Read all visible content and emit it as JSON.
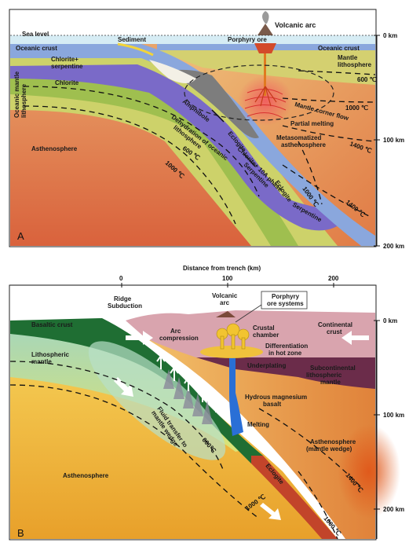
{
  "panel_a": {
    "panel_letter": "A",
    "labels": {
      "volcanic_arc": "Volcanic arc",
      "sea_level": "Sea level",
      "sediment": "Sediment",
      "porphyry_ore": "Porphyry ore",
      "oceanic_crust_left": "Oceanic crust",
      "oceanic_crust_right": "Oceanic crust",
      "chlorite_serpentine": "Chlorite+\nserpentine",
      "chlorite": "Chlorite",
      "oceanic_mantle_lithosphere": "Oceanic mantle\nlithosphere",
      "mantle_lithosphere": "Mantle\nlithosphere",
      "amphibole": "Amphibole",
      "dehydration": "Dehydration of oceanic\nlithosphere",
      "eclogite_upper": "Eclogite",
      "chlorite_10a_phase": "Chlorite+ 10A phase",
      "serpentine_mid": "Serpentine",
      "eclogite_lower": "Eclogite",
      "serpentine_low": "Serpentine",
      "mantle_corner_flow": "Mantle corner flow",
      "partial_melting": "Partial melting",
      "metasomatized": "Metasomatized\nasthenosphere",
      "asthenosphere": "Asthenosphere"
    },
    "isotherms": {
      "t600_right": "600 ℃",
      "t1000_right": "1000 ℃",
      "t1400_right": "1400 ℃",
      "t600_left": "600 ℃",
      "t1000_left": "1000 ℃",
      "t1000_mid": "1000 ℃",
      "t1400_low": "1400 ℃"
    },
    "depth_ticks": [
      "0 km",
      "100 km",
      "200 km"
    ]
  },
  "panel_b": {
    "panel_letter": "B",
    "axis_title": "Distance from trench (km)",
    "distance_ticks": [
      "0",
      "100",
      "200"
    ],
    "depth_ticks": [
      "0 km",
      "100 km",
      "200 km"
    ],
    "labels": {
      "ridge_subduction": "Ridge\nSubduction",
      "volcanic_arc": "Volcanic\narc",
      "porphyry_ore_systems": "Porphyry\nore systems",
      "continental_crust": "Continental\ncrust",
      "basaltic_crust": "Basaltic crust",
      "arc_compression": "Arc\ncompression",
      "crustal_chamber": "Crustal\nchamber",
      "differentiation": "Differentiation\nin hot zone",
      "lithospheric_mantle": "Lithospheric\nmantle",
      "underplating": "Underplating",
      "subcontinental_mantle": "Subcontinental\nlithospheric\nmantle",
      "hydrous_basalt": "Hydrous magnesium\nbasalt",
      "fluid_transfer": "Fluid transfer to\nmantle wedge",
      "melting": "Melting",
      "asthenosphere_wedge": "Asthenosphere\n(mantle wedge)",
      "asthenosphere": "Asthenosphere",
      "eclogite": "Eclogite"
    },
    "isotherms": {
      "t600": "600℃",
      "t1000": "1000 ℃",
      "t1400": "1400 ℃",
      "t1000_low": "1000 ℃"
    }
  }
}
